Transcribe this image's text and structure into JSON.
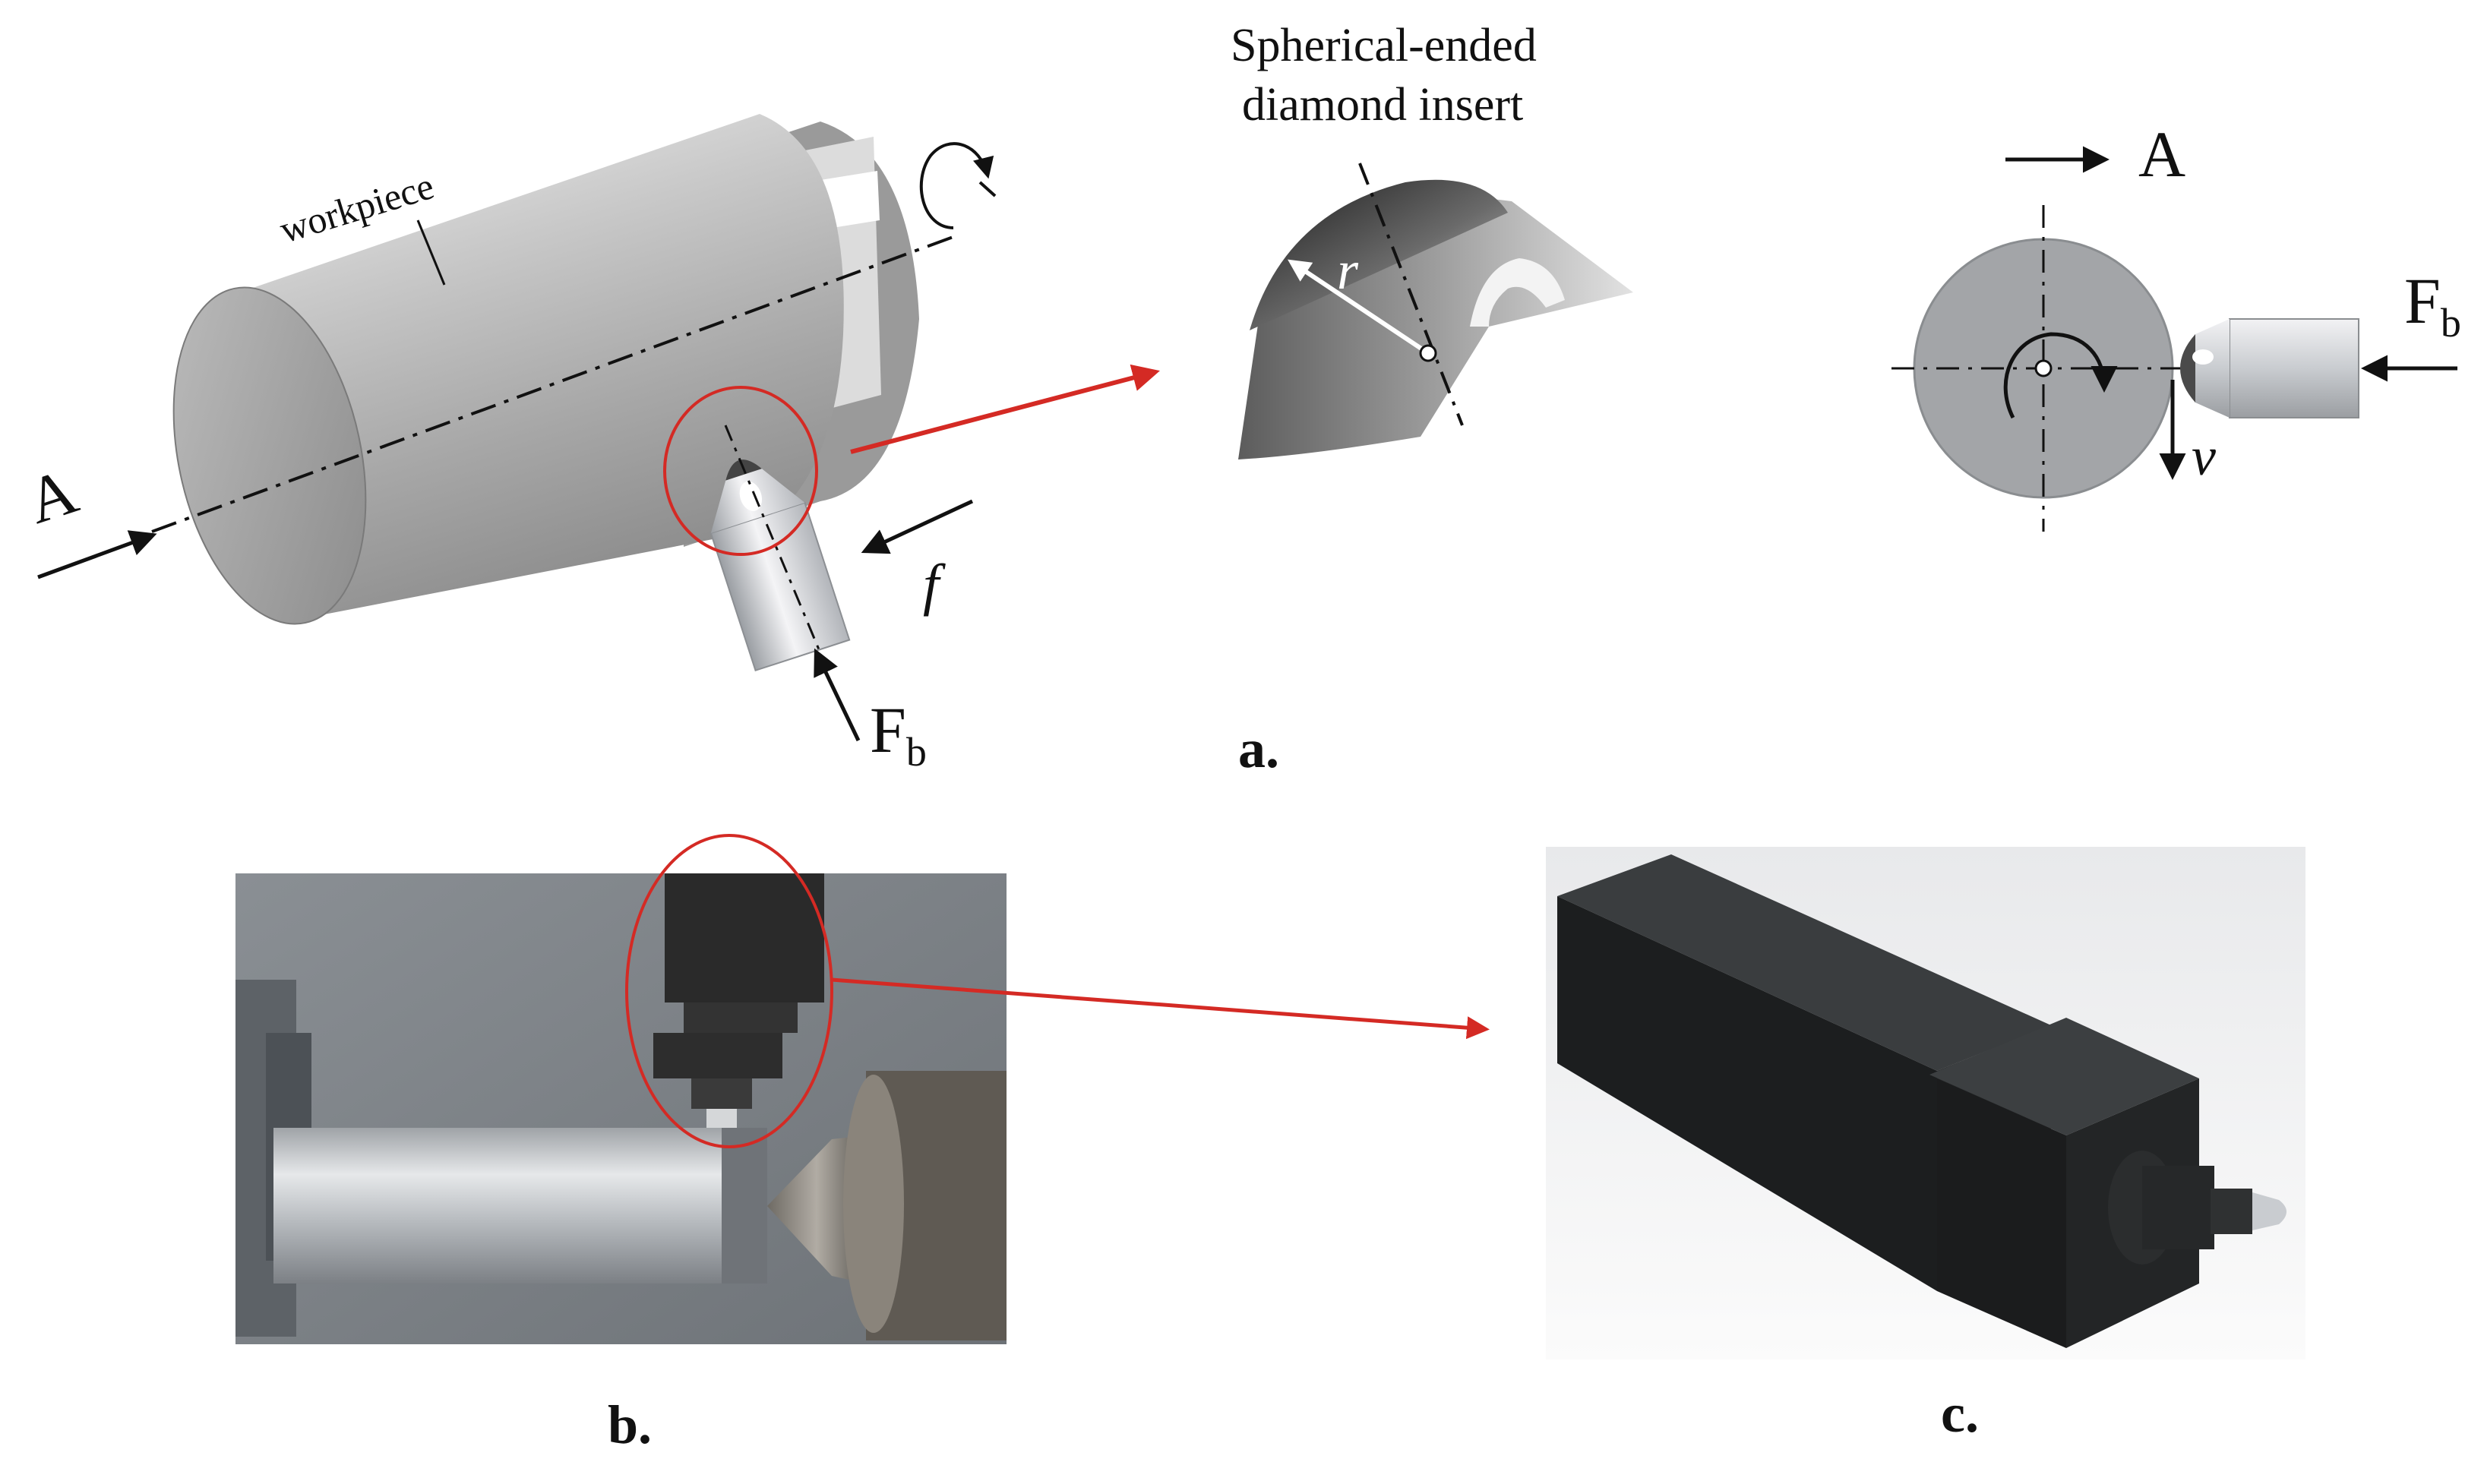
{
  "panel_a": {
    "caption": "a.",
    "workpiece_label": "workpiece",
    "axis_label_left": "A",
    "feed_label": "f",
    "force_main": "F",
    "force_sub": "b",
    "insert_title_line1": "Spherical-ended",
    "insert_title_line2": "diamond insert",
    "radius_label": "r",
    "view_arrow_label": "A",
    "side_force_main": "F",
    "side_force_sub": "b",
    "velocity_label": "v"
  },
  "panel_b": {
    "caption": "b."
  },
  "panel_c": {
    "caption": "c."
  },
  "colors": {
    "callout_red": "#d42a24",
    "tool_black": "#1c1c1c",
    "metal_grey": "#a9adb1",
    "photo_background": "#7b8085"
  }
}
